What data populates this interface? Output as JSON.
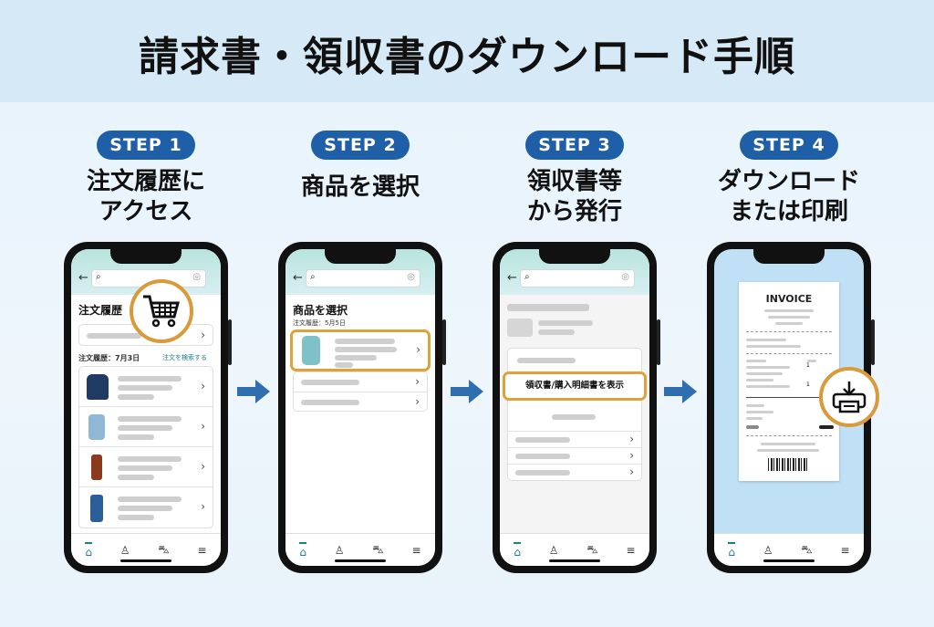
{
  "title": "請求書・領収書のダウンロード手順",
  "steps": [
    {
      "badge": "STEP 1",
      "title": "注文履歴に\nアクセス"
    },
    {
      "badge": "STEP 2",
      "title": "商品を選択"
    },
    {
      "badge": "STEP 3",
      "title": "領収書等\nから発行"
    },
    {
      "badge": "STEP 4",
      "title": "ダウンロード\nまたは印刷"
    }
  ],
  "phone1": {
    "heading": "注文履歴",
    "filter": "注文履歴：7月3日",
    "link": "注文を検索する"
  },
  "phone2": {
    "heading": "商品を選択",
    "date": "注文履歴：5月5日"
  },
  "phone3": {
    "button": "領収書/購入明細書を表示"
  },
  "phone4": {
    "doc_title": "INVOICE",
    "qty1": "1",
    "qty2": "1"
  },
  "icons": {
    "back": "←",
    "search": "⌕",
    "chevron": "›",
    "home": "⌂",
    "user": "♙",
    "cart": "🛒",
    "menu": "≡"
  },
  "colors": {
    "accent": "#1f5fa8",
    "highlight": "#e0a03a",
    "teal": "#1a7f8a"
  }
}
